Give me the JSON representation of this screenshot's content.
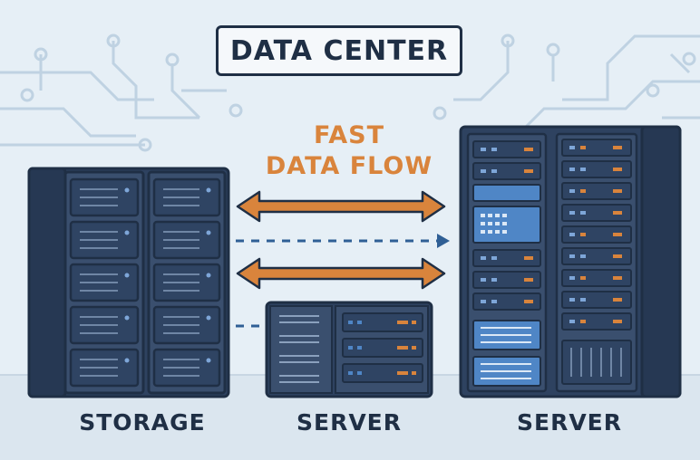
{
  "title": "DATA CENTER",
  "flow_label": {
    "line1": "FAST",
    "line2": "DATA FLOW"
  },
  "captions": {
    "storage": "STORAGE",
    "server_small": "SERVER",
    "server_large": "SERVER"
  },
  "colors": {
    "background": "#e6eff6",
    "rack_body": "#3a4f6e",
    "rack_outline": "#1f2f45",
    "orange": "#d9843c",
    "blue_accent": "#4f86c6",
    "circuit": "#bfd2e2"
  }
}
